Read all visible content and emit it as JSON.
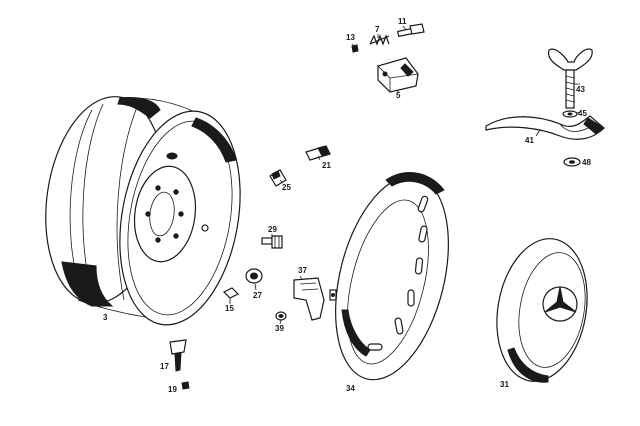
{
  "callouts": {
    "p3": "3",
    "p5": "5",
    "p7": "7",
    "p11": "11",
    "p13": "13",
    "p15": "15",
    "p17": "17",
    "p19": "19",
    "p21": "21",
    "p25": "25",
    "p27": "27",
    "p29": "29",
    "p31": "31",
    "p34": "34",
    "p37": "37",
    "p39": "39",
    "p41": "41",
    "p43": "43",
    "p45": "45",
    "p48": "48"
  },
  "colors": {
    "ink": "#1a1a1a",
    "paper": "#ffffff"
  }
}
